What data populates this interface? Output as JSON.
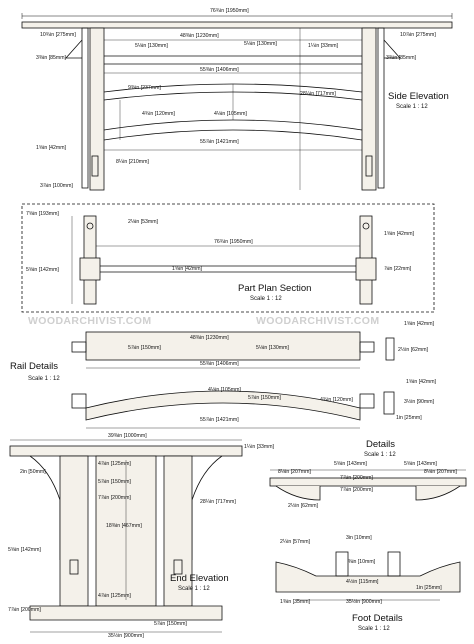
{
  "colors": {
    "ink": "#111111",
    "wood_fill": "#f4f1ea",
    "dash_box": "#222222",
    "watermark": "#cfcfcf"
  },
  "side_elevation": {
    "title": "Side Elevation",
    "scale": "Scale 1 : 12",
    "dims": {
      "overall_length": "76¾in [1950mm]",
      "top_overhang": "10¾in [275mm]",
      "inner_span": "48⅜in [1230mm]",
      "rail_inset": "5⅛in [130mm]",
      "end_overhang": "1¼in [33mm]",
      "right_overhang": "10⅞in [275mm]",
      "leg_width": "3⅜in [85mm]",
      "leg_width_right": "3⅜in [85mm]",
      "top_rail_length": "55⅜in [1406mm]",
      "arch_rise": "9⅜in [237mm]",
      "overall_height": "28¼in [717mm]",
      "rail_height_a": "4¾in [120mm]",
      "rail_height_b": "4⅛in [105mm]",
      "bottom_rail_length": "55⅞in [1421mm]",
      "foot_height": "1⅝in [42mm]",
      "stretcher_height": "8¼in [210mm]",
      "foot_width": "3⅞in [100mm]"
    }
  },
  "plan_section": {
    "title": "Part Plan Section",
    "scale": "Scale 1 : 12",
    "dims": {
      "top_width": "7⅝in [193mm]",
      "tenon": "2⅛in [53mm]",
      "length": "76¾in [1950mm]",
      "tenon_right": "1⅝in [42mm]",
      "rail_thick": "1⅝in [42mm]",
      "rail_right": "⅞in [22mm]",
      "leg_span": "5⅝in [142mm]"
    }
  },
  "watermarks": [
    "WOODARCHIVIST.COM",
    "WOODARCHIVIST.COM"
  ],
  "rail_details": {
    "title": "Rail Details",
    "scale": "Scale 1 : 12",
    "dims": {
      "upper_inner": "48⅜in [1230mm]",
      "upper_tenon_l": "5⅞in [150mm]",
      "upper_tenon_r": "5⅛in [130mm]",
      "upper_length": "55⅜in [1406mm]",
      "upper_end_h": "1⅝in [42mm]",
      "upper_end_w": "2½in [62mm]",
      "lower_rise": "4⅛in [105mm]",
      "lower_tenon_l": "5⅞in [150mm]",
      "lower_tenon_r": "4¾in [120mm]",
      "lower_length": "55⅞in [1421mm]",
      "lower_end_h": "1⅝in [42mm]",
      "lower_end_w": "3½in [90mm]",
      "lower_end_t": "1in [25mm]"
    }
  },
  "end_elevation": {
    "title": "End Elevation",
    "scale": "Scale 1 : 12",
    "dims": {
      "top_width": "39⅜in [1000mm]",
      "top_thick": "1¼in [33mm]",
      "overhang": "2in [50mm]",
      "post_w": "4⅞in [125mm]",
      "post_gap": "5⅞in [150mm]",
      "post_space": "7⅞in [200mm]",
      "center_h": "18⅜in [467mm]",
      "overall_h": "28¼in [717mm]",
      "bracket_h": "5⅝in [142mm]",
      "foot_w": "7⅞in [200mm]",
      "post_low": "4⅞in [125mm]",
      "post_gap_low": "5⅞in [150mm]",
      "base": "35½in [900mm]"
    }
  },
  "details": {
    "title": "Details",
    "scale": "Scale 1 : 12",
    "dims": {
      "inner": "5⅝in [143mm]",
      "inner_r": "5⅝in [143mm]",
      "bracket_l": "8⅛in [207mm]",
      "bracket_r": "8⅛in [207mm]",
      "mid": "7⅞in [200mm]",
      "mid2": "7⅞in [200mm]",
      "height": "2½in [62mm]"
    }
  },
  "foot_details": {
    "title": "Foot Details",
    "scale": "Scale 1 : 12",
    "dims": {
      "height": "2¼in [57mm]",
      "inner": "3in [10mm]",
      "mortise": "⅜in [10mm]",
      "shoulder": "4½in [115mm]",
      "total": "35½in [900mm]",
      "toe": "1in [25mm]",
      "foot_h": "1⅜in [35mm]"
    }
  }
}
